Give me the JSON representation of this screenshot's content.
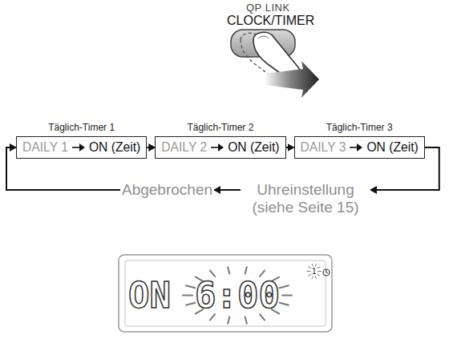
{
  "diagram": {
    "nodes": [
      {
        "text": [
          "Täglich-Timer 1",
          "DAILY 1",
          "ON (Zeit)"
        ]
      },
      {
        "text": [
          "Täglich-Timer 2",
          "DAILY 2",
          "ON (Zeit)"
        ]
      },
      {
        "text": [
          "Täglich-Timer 3",
          "DAILY 3",
          "ON (Zeit)"
        ]
      },
      {
        "text": [
          "Uhreinstellung (siehe Seite 15)"
        ]
      },
      {
        "text": [
          "Abgebrochen"
        ]
      }
    ],
    "edges": [
      {
        "from": 0,
        "to": 1,
        "arrow": "to"
      },
      {
        "from": 1,
        "to": 2,
        "arrow": "to"
      },
      {
        "from": 2,
        "to": 3,
        "arrow": "to"
      },
      {
        "from": 3,
        "to": 4,
        "arrow": "to"
      },
      {
        "from": 4,
        "to": 0,
        "arrow": "to"
      }
    ],
    "labels": [
      "QP LINK",
      "CLOCK/TIMER",
      "ON",
      "6:00",
      "1"
    ]
  }
}
